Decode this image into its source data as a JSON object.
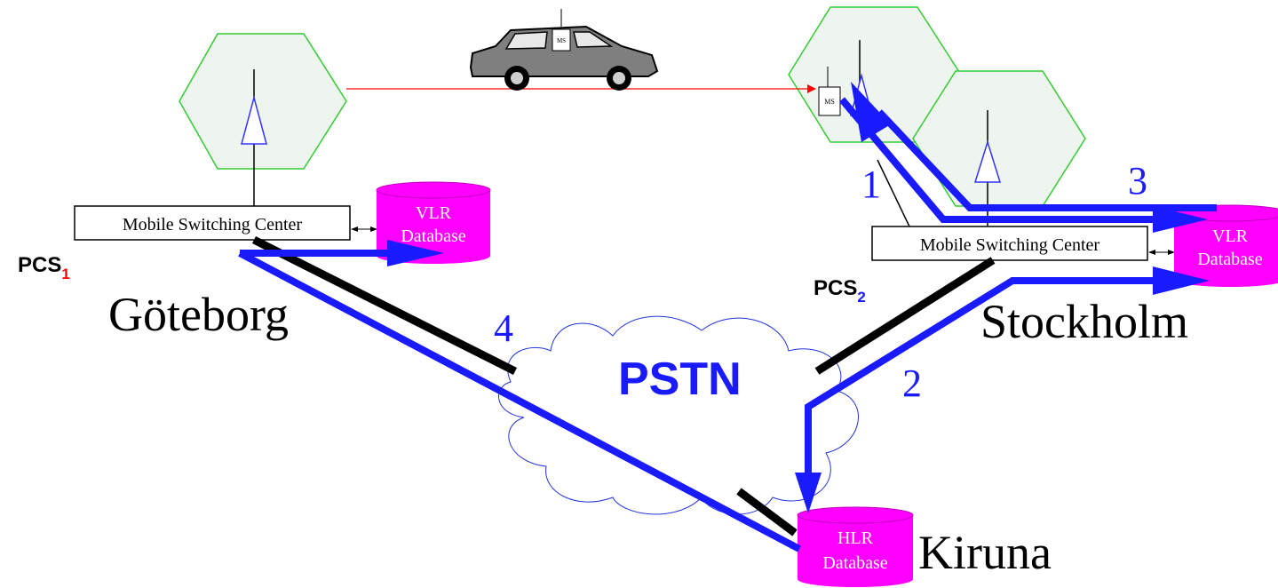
{
  "cities": {
    "goteborg": "Göteborg",
    "stockholm": "Stockholm",
    "kiruna": "Kiruna"
  },
  "networks": {
    "pcs1_main": "PCS",
    "pcs1_sub": "1",
    "pcs2_main": "PCS",
    "pcs2_sub": "2",
    "pstn": "PSTN"
  },
  "msc": {
    "left": "Mobile Switching Center",
    "right": "Mobile Switching Center"
  },
  "databases": {
    "vlr_left": [
      "VLR",
      "Database"
    ],
    "vlr_right": [
      "VLR",
      "Database"
    ],
    "hlr": [
      "HLR",
      "Database"
    ]
  },
  "mobile_station": {
    "car_label": "MS",
    "handset_label": "MS"
  },
  "steps": [
    "1",
    "2",
    "3",
    "4"
  ],
  "colors": {
    "cell_outline": "#33cc33",
    "cell_fill": "#eef5ee",
    "path_blue": "#1a1aff",
    "trunk_black": "#000000",
    "database": "#ff00ff",
    "movement_line": "#ff0000",
    "pcs1_subscript": "#ff0000",
    "pcs2_subscript": "#1a1aff"
  },
  "icons": [
    "antenna-icon",
    "car-icon",
    "cloud-icon",
    "database-icon"
  ]
}
